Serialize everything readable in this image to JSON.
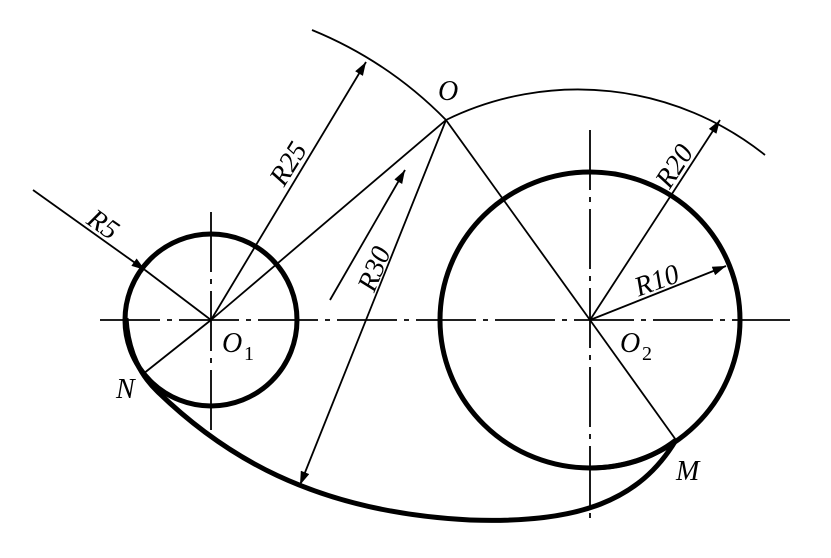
{
  "labels": {
    "r5": "R5",
    "r25": "R25",
    "r30": "R30",
    "r20": "R20",
    "r10": "R10",
    "point_o": "O",
    "point_o1": "O",
    "point_o1_sub": "1",
    "point_o2": "O",
    "point_o2_sub": "2",
    "point_n": "N",
    "point_m": "M"
  },
  "colors": {
    "stroke": "#000000",
    "background": "#ffffff"
  }
}
